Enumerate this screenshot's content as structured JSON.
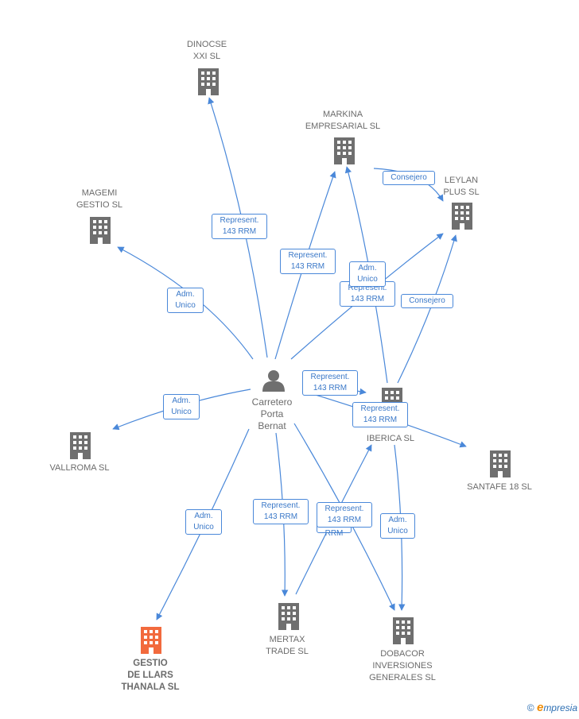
{
  "colors": {
    "building": "#6f6f6f",
    "focus_building": "#f26a3d",
    "edge": "#4a88d9",
    "label": "#6b6b6b"
  },
  "person": {
    "name": "Carretero\nPorta\nBernat",
    "icon": "person-icon"
  },
  "companies": [
    {
      "id": "dinocse",
      "name": "DINOCSE\nXXI SL"
    },
    {
      "id": "markina",
      "name": "MARKINA\nEMPRESARIAL SL"
    },
    {
      "id": "leylan",
      "name": "LEYLAN\nPLUS SL"
    },
    {
      "id": "magemi",
      "name": "MAGEMI\nGESTIO  SL"
    },
    {
      "id": "iberica",
      "name": "IBERICA SL"
    },
    {
      "id": "vallroma",
      "name": "VALLROMA  SL"
    },
    {
      "id": "santafe",
      "name": "SANTAFE 18 SL"
    },
    {
      "id": "gestio",
      "name": "GESTIO\nDE LLARS\nTHANALA  SL"
    },
    {
      "id": "mertax",
      "name": "MERTAX\nTRADE SL"
    },
    {
      "id": "dobacor",
      "name": "DOBACOR\nINVERSIONES\nGENERALES SL"
    }
  ],
  "relations": [
    {
      "id": "r1",
      "label": "Represent.\n143 RRM"
    },
    {
      "id": "r2",
      "label": "Adm.\nUnico"
    },
    {
      "id": "r3",
      "label": "Represent.\n143 RRM"
    },
    {
      "id": "r4",
      "label": "Consejero"
    },
    {
      "id": "r5",
      "label": "Adm.\nUnico"
    },
    {
      "id": "r6",
      "label": "Represent.\n143 RRM"
    },
    {
      "id": "r7",
      "label": "Consejero"
    },
    {
      "id": "r8",
      "label": "Adm.\nUnico"
    },
    {
      "id": "r9",
      "label": "Represent.\n143 RRM"
    },
    {
      "id": "r10",
      "label": "Represent.\n143 RRM"
    },
    {
      "id": "r11",
      "label": "Adm.\nUnico"
    },
    {
      "id": "r12",
      "label": "Represent.\n143 RRM"
    },
    {
      "id": "r13",
      "label": "Represent.\n143 RRM"
    },
    {
      "id": "r14",
      "label": "Adm.\nUnico"
    }
  ],
  "footer": {
    "copyright": "©",
    "brand_initial": "e",
    "brand_rest": "mpresia"
  }
}
